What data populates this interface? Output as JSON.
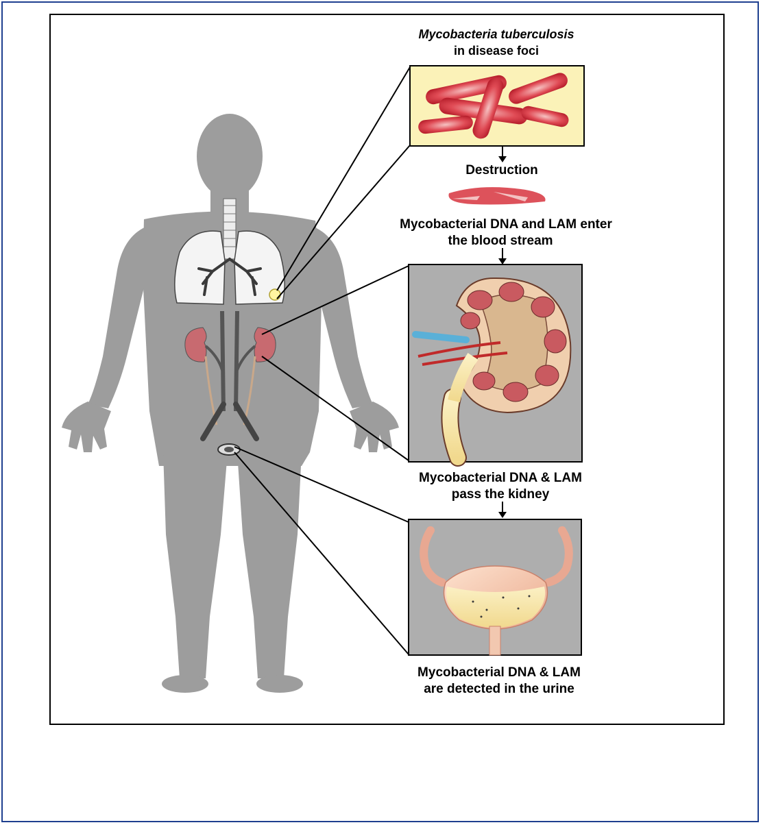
{
  "captions": {
    "foci_title_italic": "Mycobacteria tuberculosis",
    "foci_title_rest": "in disease foci",
    "destruction": "Destruction",
    "blood_line1": "Mycobacterial DNA and LAM enter",
    "blood_line2": "the blood stream",
    "kidney_line1": "Mycobacterial DNA & LAM",
    "kidney_line2": "pass the kidney",
    "urine_line1": "Mycobacterial DNA & LAM",
    "urine_line2": "are detected in the urine"
  },
  "colors": {
    "page_border": "#1e3f8f",
    "body_silhouette": "#9d9d9d",
    "foci_panel_bg": "#fbf2b8",
    "organ_panel_bg": "#aeaeae",
    "bacteria": "#d8343f",
    "kidney_fill": "#f0cfae",
    "kidney_medulla": "#c95a60",
    "bladder": "#f6cdb0",
    "urine": "#f6e6a8"
  }
}
